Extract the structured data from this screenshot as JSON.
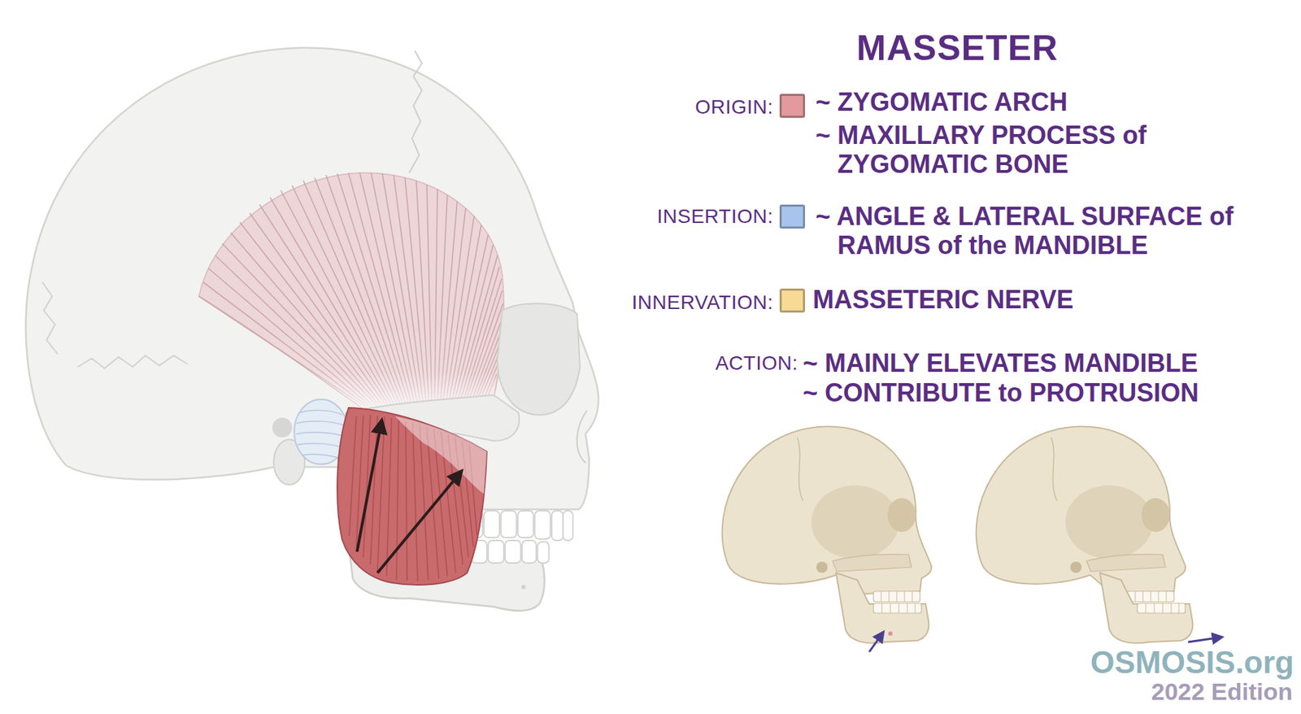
{
  "diagram": {
    "title": "MASSETER",
    "labels": [
      "~ ZYGOMATIC ARCH",
      "~ MAXILLARY PROCESS of ZYGOMATIC BONE",
      "~ ANGLE & LATERAL SURFACE of RAMUS of the MANDIBLE",
      "MASSETERIC NERVE",
      "ACTION:",
      "~ MAINLY ELEVATES MANDIBLE",
      "~ CONTRIBUTE to PROTRUSION",
      "OSMOSIS.org",
      "2022 Edition"
    ],
    "legend": [
      {
        "text": "ORIGIN:",
        "color": "#e29a9c"
      },
      {
        "text": "INSERTION:",
        "color": "#a8c4ec"
      },
      {
        "text": "INNERVATION:",
        "color": "#f7da95"
      }
    ]
  }
}
